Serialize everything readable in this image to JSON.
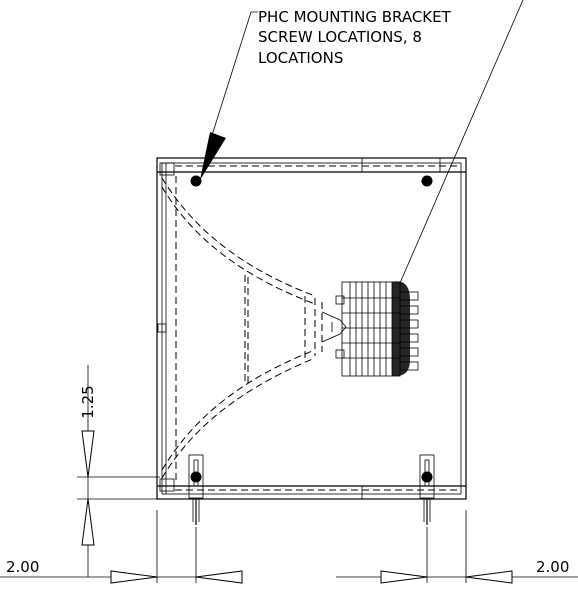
{
  "callout": {
    "line1": "PHC MOUNTING BRACKET",
    "line2": "SCREW LOCATIONS, 8",
    "line3": "LOCATIONS"
  },
  "dimensions": {
    "vertical_offset": "1.25",
    "left_offset": "2.00",
    "right_offset": "2.00"
  }
}
